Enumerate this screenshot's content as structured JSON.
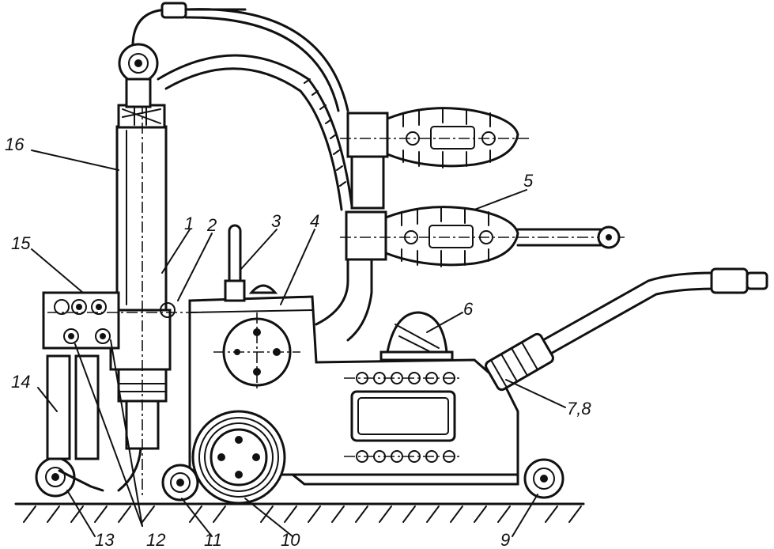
{
  "diagram": {
    "callouts": [
      {
        "id": "c1",
        "text": "1"
      },
      {
        "id": "c2",
        "text": "2"
      },
      {
        "id": "c3",
        "text": "3"
      },
      {
        "id": "c4",
        "text": "4"
      },
      {
        "id": "c5",
        "text": "5"
      },
      {
        "id": "c6",
        "text": "6"
      },
      {
        "id": "c78",
        "text": "7,8"
      },
      {
        "id": "c9",
        "text": "9"
      },
      {
        "id": "c10",
        "text": "10"
      },
      {
        "id": "c11",
        "text": "11"
      },
      {
        "id": "c12",
        "text": "12"
      },
      {
        "id": "c13",
        "text": "13"
      },
      {
        "id": "c14",
        "text": "14"
      },
      {
        "id": "c15",
        "text": "15"
      },
      {
        "id": "c16",
        "text": "16"
      }
    ]
  }
}
